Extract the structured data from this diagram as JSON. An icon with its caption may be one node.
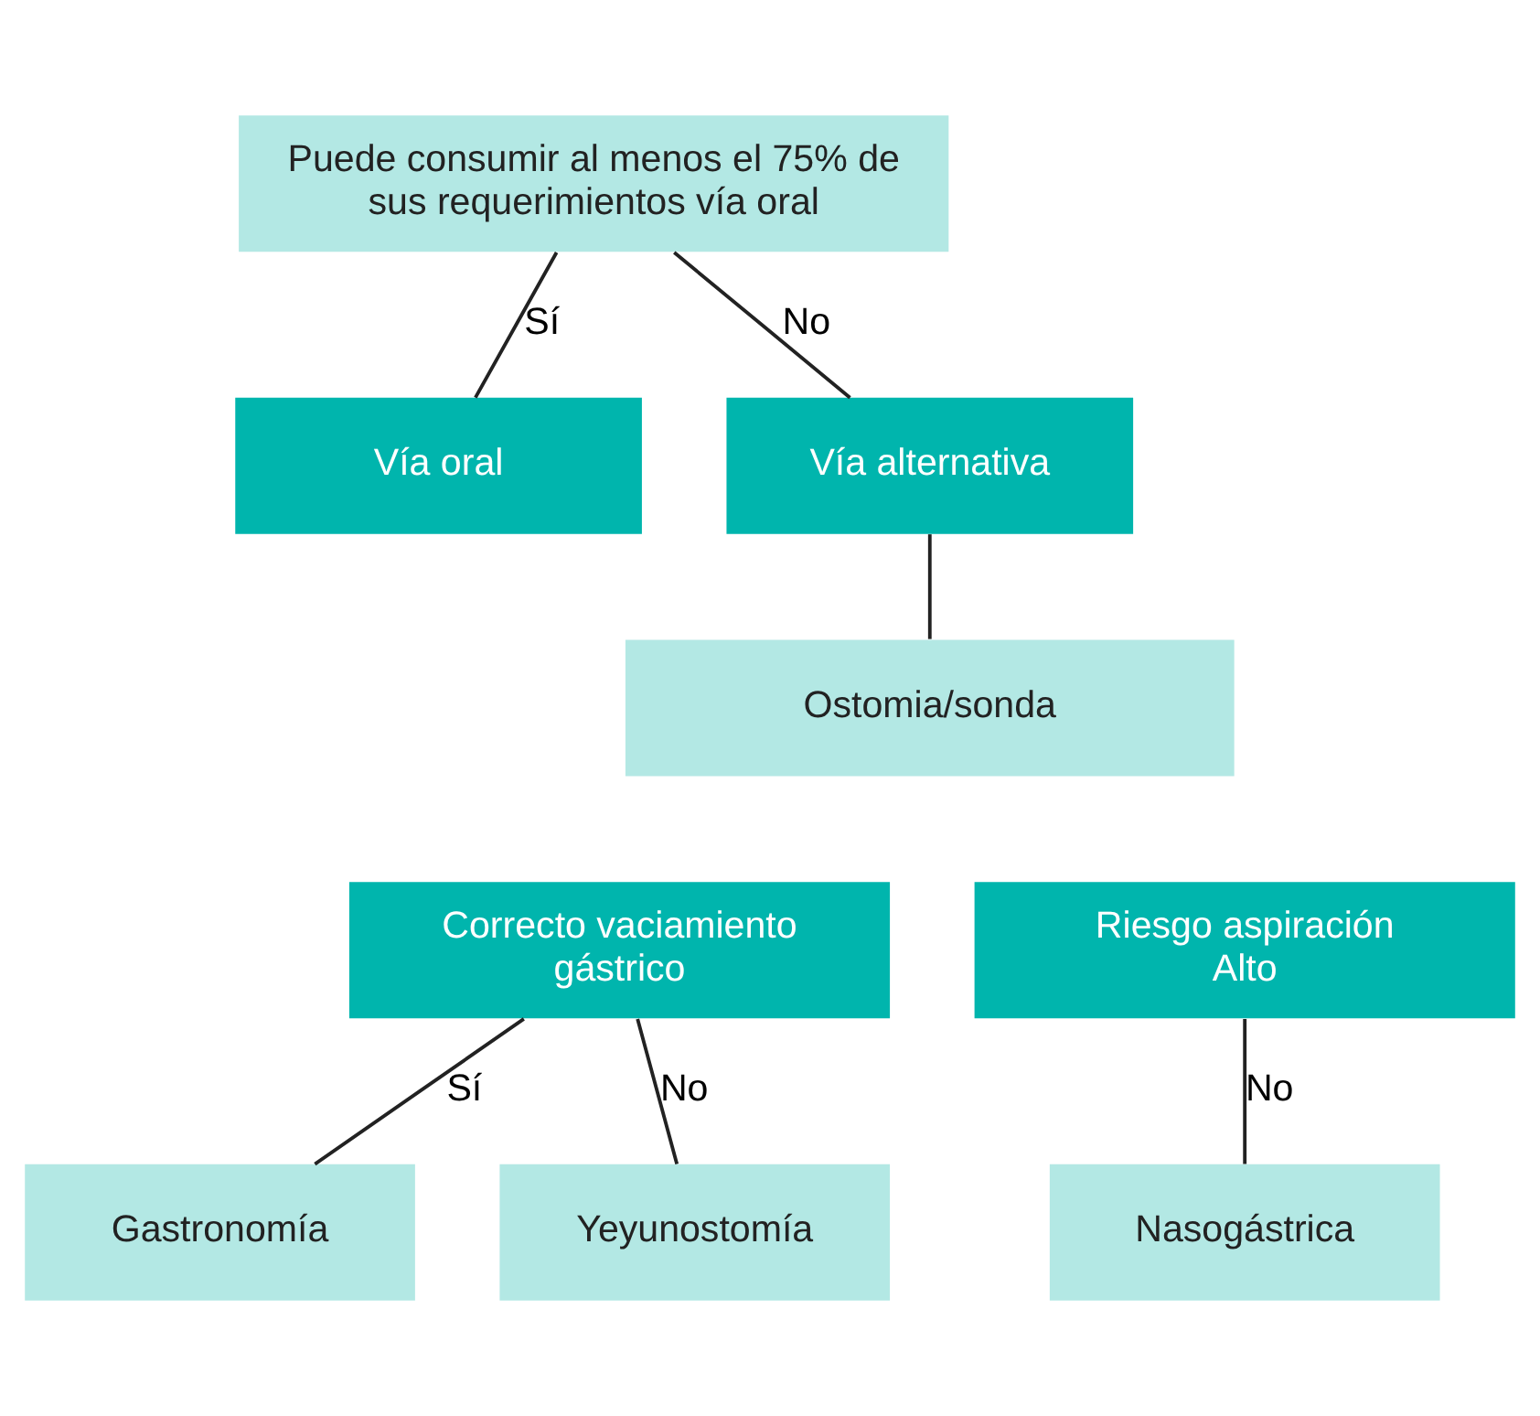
{
  "diagram": {
    "nodes": [
      {
        "text": [
          "Puede consumir al menos el 75% de sus requerimientos vía oral"
        ]
      },
      {
        "text": [
          "Vía oral"
        ]
      },
      {
        "text": [
          "Vía alternativa"
        ]
      },
      {
        "text": [
          "Ostomia/sonda"
        ]
      },
      {
        "text": [
          "Correcto vaciamiento gástrico"
        ]
      },
      {
        "text": [
          "Riesgo aspiración Alto"
        ]
      },
      {
        "text": [
          "Gastronomía"
        ]
      },
      {
        "text": [
          "Yeyunostomía"
        ]
      },
      {
        "text": [
          "Nasogástrica"
        ]
      }
    ],
    "edges": [
      {
        "from": 0,
        "to": 1,
        "arrow": "none",
        "label": "Sí"
      },
      {
        "from": 0,
        "to": 2,
        "arrow": "none",
        "label": "No"
      },
      {
        "from": 2,
        "to": 3,
        "arrow": "none"
      },
      {
        "from": 4,
        "to": 6,
        "arrow": "none",
        "label": "Sí"
      },
      {
        "from": 4,
        "to": 7,
        "arrow": "none",
        "label": "No"
      },
      {
        "from": 5,
        "to": 8,
        "arrow": "none",
        "label": "No"
      }
    ]
  }
}
